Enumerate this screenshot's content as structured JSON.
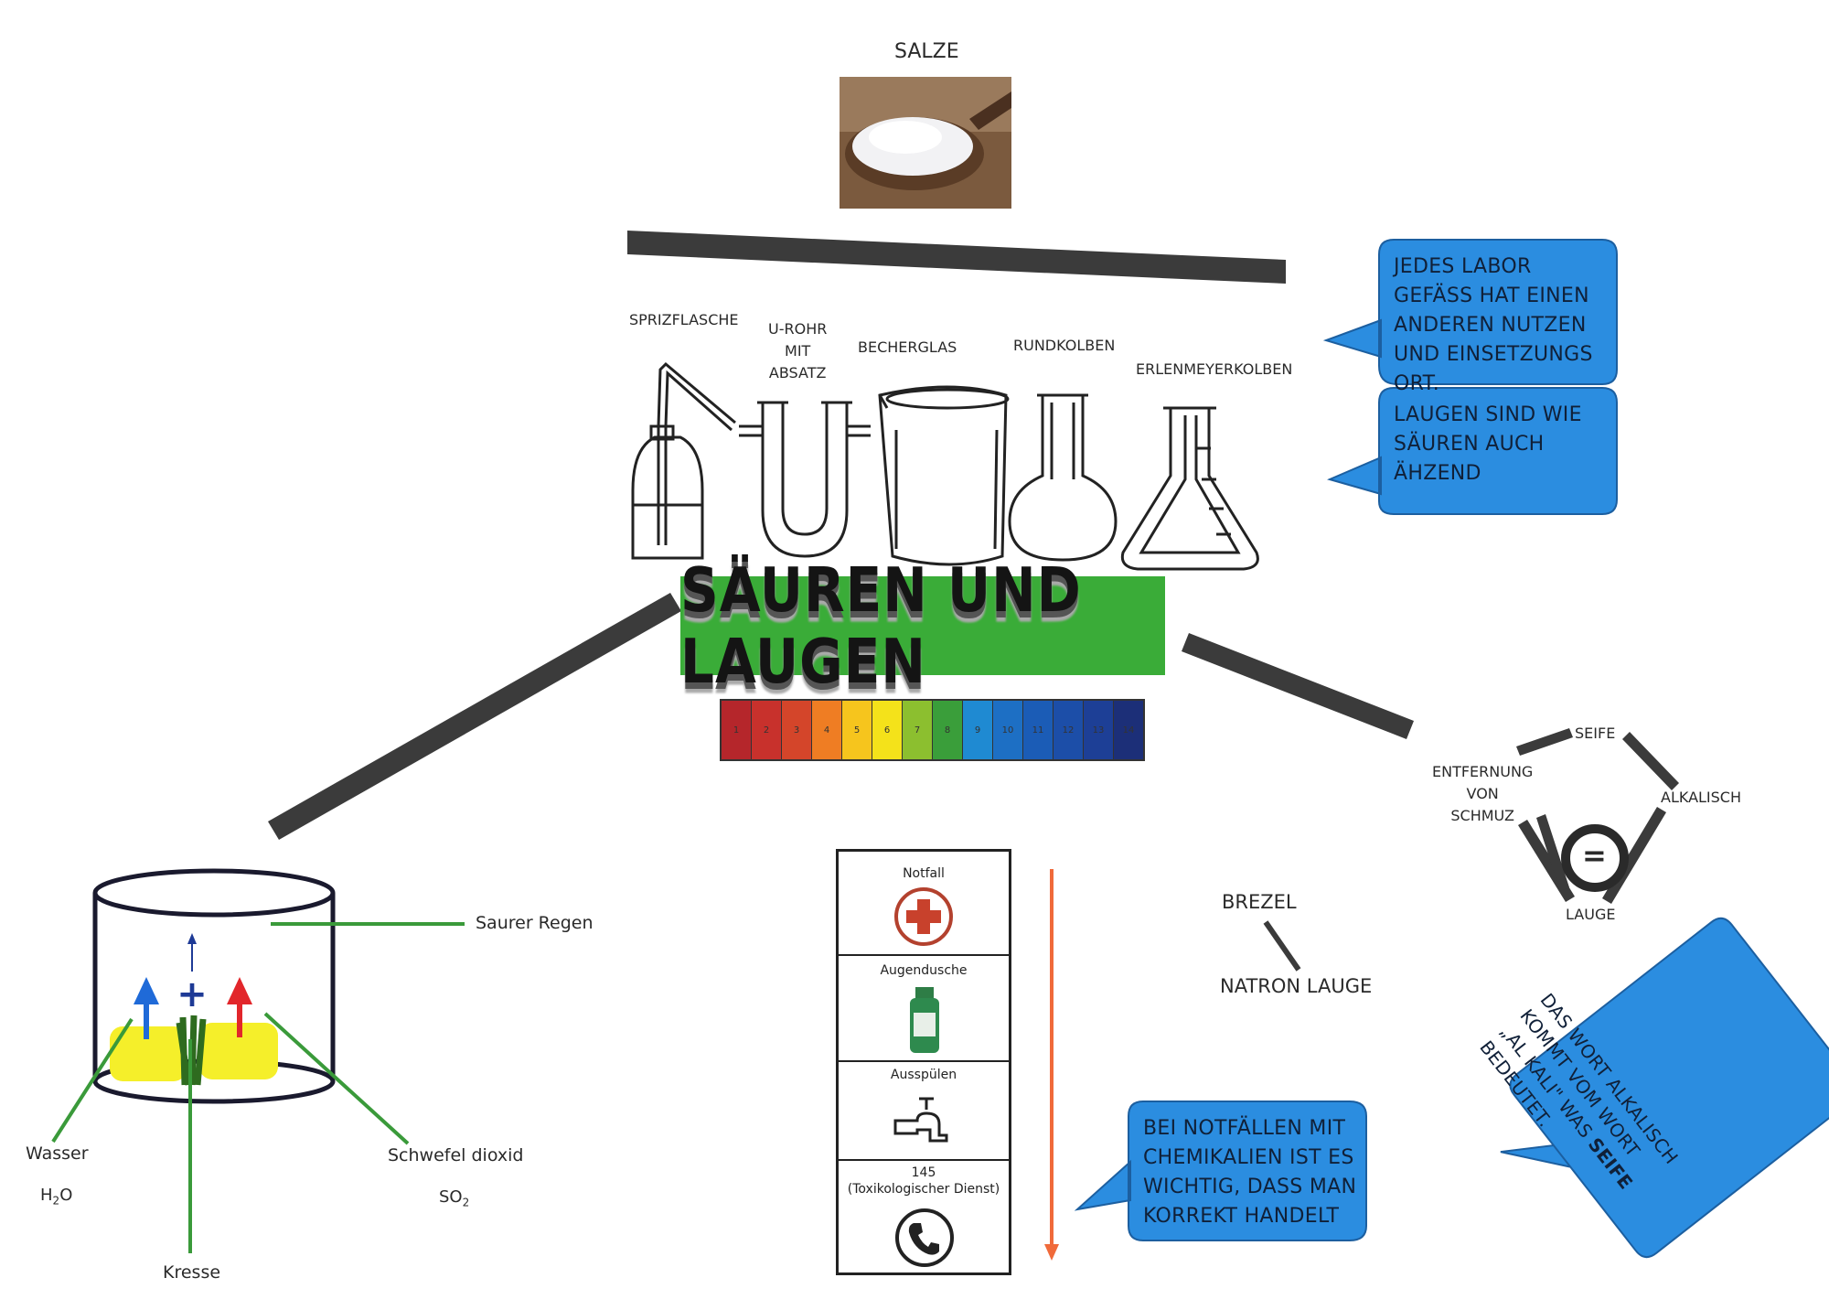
{
  "top": {
    "salze_label": "SALZE"
  },
  "glassware": {
    "labels": [
      "SPRIZFLASCHE",
      "U-ROHR\nMIT\nABSATZ",
      "BECHERGLAS",
      "RUNDKOLBEN",
      "ERLENMEYERKOLBEN"
    ]
  },
  "bubbles": {
    "labor": "JEDES LABOR GEFÄSS HAT EINEN ANDEREN NUTZEN UND EINSETZUNGS ORT.",
    "laugen": "LAUGEN SIND WIE SÄUREN AUCH ÄHZEND",
    "notfall": "BEI NOTFÄLLEN MIT CHEMIKALIEN IST ES WICHTIG, DASS MAN KORREKT HANDELT",
    "alkali_part1": "DAS WORT ALKALISCH KOMMT VOM WORT „AL KALI\" WAS ",
    "alkali_bold": "SEIFE",
    "alkali_part2": " BEDEUTET."
  },
  "banner": {
    "title": "SÄUREN UND LAUGEN"
  },
  "ph_scale": {
    "values": [
      "1",
      "2",
      "3",
      "4",
      "5",
      "6",
      "7",
      "8",
      "9",
      "10",
      "11",
      "12",
      "13",
      "14"
    ],
    "colors": [
      "#b5262b",
      "#c8312c",
      "#d4452a",
      "#ef7d23",
      "#f6c51d",
      "#f4e21a",
      "#8cbf2f",
      "#3a9e3a",
      "#1f8ad2",
      "#1d6fc4",
      "#1b5cb6",
      "#1c4ea8",
      "#1d3f96",
      "#1c2f78"
    ]
  },
  "experiment": {
    "saurer_regen": "Saurer Regen",
    "wasser": "Wasser",
    "h2o_main": "H",
    "h2o_sub": "2",
    "h2o_end": "O",
    "schwefel": "Schwefel dioxid",
    "so2_main": "SO",
    "so2_sub": "2",
    "kresse": "Kresse"
  },
  "safety": {
    "items": [
      "Notfall",
      "Augendusche",
      "Ausspülen",
      "145\n(Toxikologischer Dienst)"
    ]
  },
  "brezel": {
    "top": "BREZEL",
    "bottom": "NATRON LAUGE"
  },
  "cycle": {
    "seife": "SEIFE",
    "alkalisch": "ALKALISCH",
    "lauge": "LAUGE",
    "entfernung": "ENTFERNUNG\nVON\nSCHMUZ",
    "center_symbol": "="
  },
  "colors": {
    "bubble_blue": "#2b8de0",
    "banner_green": "#3aac38",
    "bar_dark": "#3b3b3b",
    "line_green": "#3a9a3a",
    "arrow_orange": "#f06a3a"
  }
}
